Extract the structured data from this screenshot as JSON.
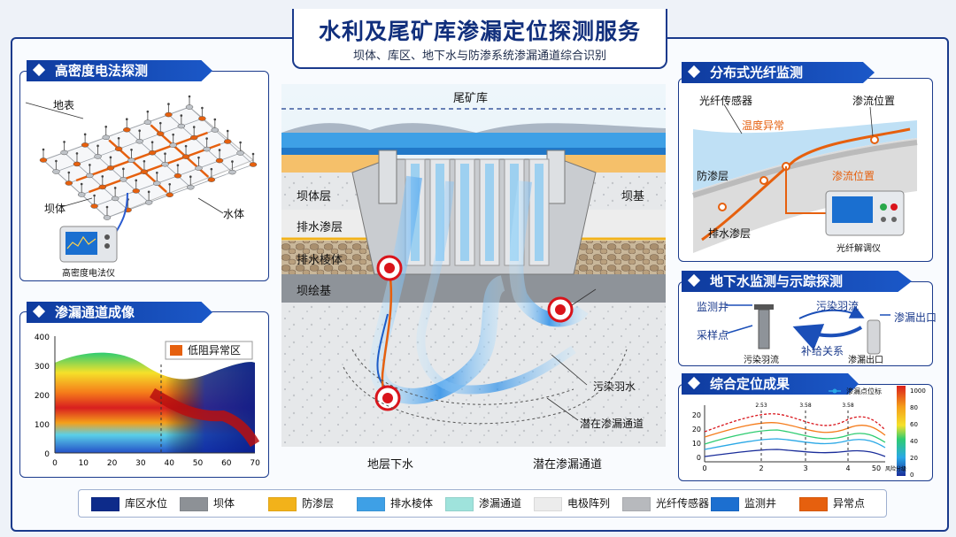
{
  "title": "水利及尾矿库渗漏定位探测服务",
  "subtitle": "坝体、库区、地下水与防渗系统渗漏通道综合识别",
  "colors": {
    "accent": "#1a3a8c",
    "orange": "#e6600e",
    "water": "#3ea0e6",
    "red": "#d9141b"
  },
  "panels": {
    "ert": {
      "title": "高密度电法探测",
      "labels": {
        "surface": "地表",
        "dam": "坝体",
        "water": "水体",
        "device": "高密度电法仪"
      }
    },
    "imaging": {
      "title": "渗漏通道成像",
      "legend": "低阻异常区",
      "yticks": [
        "400",
        "300",
        "200",
        "100",
        "0"
      ],
      "xticks": [
        "0",
        "10",
        "20",
        "30",
        "40",
        "50",
        "60",
        "70"
      ]
    },
    "fiber": {
      "title": "分布式光纤监测",
      "labels": {
        "sensor": "光纤传感器",
        "seep1": "渗流位置",
        "temp": "温度异常",
        "antiseep": "防渗层",
        "seep2": "渗流位置",
        "drain": "排水渗层",
        "device": "光纤解调仪"
      }
    },
    "ground": {
      "title": "地下水监测与示踪探测",
      "labels": {
        "well": "监测井",
        "sample": "采样点",
        "plume": "污染羽流",
        "plume2": "污染羽流",
        "supply": "补给关系",
        "outlet": "渗漏出口",
        "outlet2": "渗漏出口"
      }
    },
    "result": {
      "title": "综合定位成果",
      "legend": "渗漏点位标",
      "yticks": [
        "20",
        "20",
        "10",
        "0"
      ],
      "xticks": [
        "0",
        "2",
        "3",
        "4",
        "50"
      ],
      "xunit": "风险分级",
      "colorbar": [
        "1000",
        "80",
        "60",
        "40",
        "20",
        "0"
      ],
      "marks": [
        "2.53",
        "3.58",
        "3.58"
      ]
    }
  },
  "center": {
    "reservoir": "尾矿库",
    "dam_layer": "坝体层",
    "drain_layer": "排水渗层",
    "drain_body": "排水棱体",
    "base": "坝绘基",
    "dam_base": "坝基",
    "plume": "污染羽水",
    "channel_note": "潜在渗漏通道",
    "bottom_left": "地层下水",
    "bottom_right": "潜在渗漏通道"
  },
  "legend": [
    {
      "label": "库区水位",
      "color": "#0d2b8a"
    },
    {
      "label": "坝体",
      "color": "#8d9196"
    },
    {
      "label": "防渗层",
      "color": "#f2b21a"
    },
    {
      "label": "排水棱体",
      "color": "#3ea0e6"
    },
    {
      "label": "渗漏通道",
      "color": "#9fe3dc"
    },
    {
      "label": "电极阵列",
      "color": "#ececec"
    },
    {
      "label": "光纤传感器",
      "color": "#b7b9bd"
    },
    {
      "label": "监测井",
      "color": "#1c6fd0"
    },
    {
      "label": "异常点",
      "color": "#e6600e"
    }
  ]
}
